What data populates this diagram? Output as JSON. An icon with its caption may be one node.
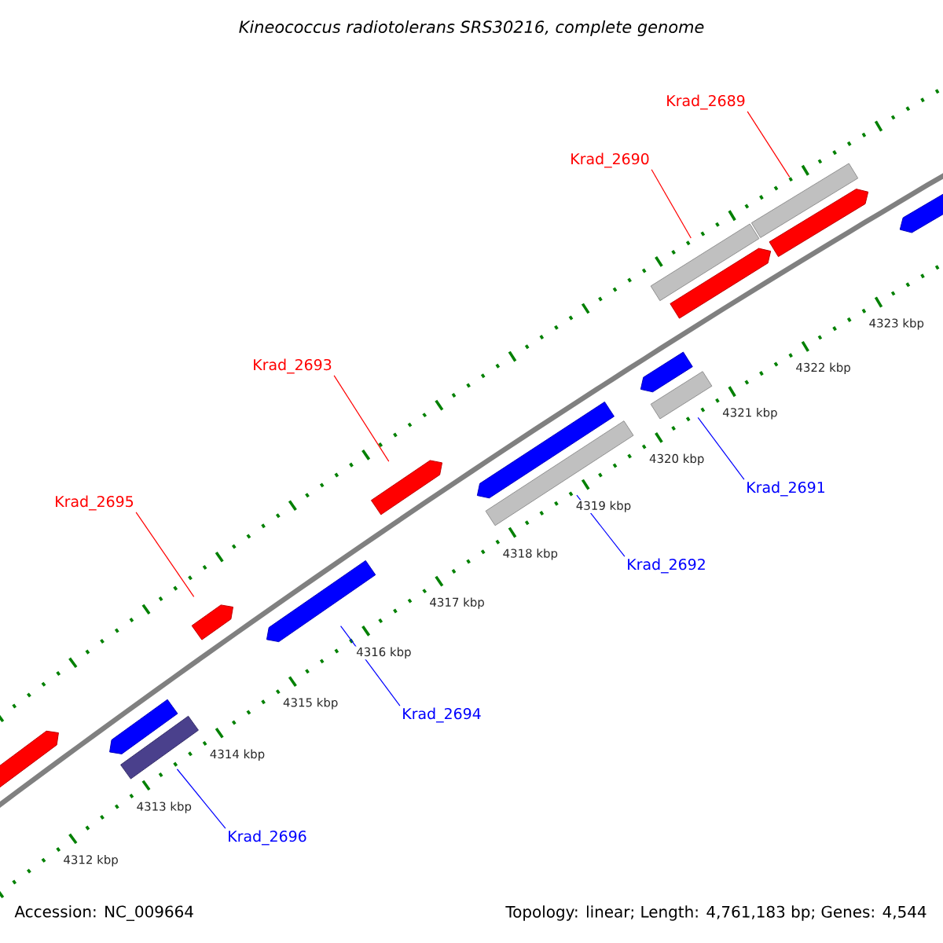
{
  "diagram": {
    "title": "Kineococcus radiotolerans SRS30216, complete genome",
    "nodes": [
      {
        "text": [
          "Krad_2689"
        ]
      },
      {
        "text": [
          "Krad_2690"
        ]
      },
      {
        "text": [
          "Krad_2693"
        ]
      },
      {
        "text": [
          "Krad_2695"
        ]
      },
      {
        "text": [
          "Krad_2691"
        ]
      },
      {
        "text": [
          "Krad_2692"
        ]
      },
      {
        "text": [
          "Krad_2694"
        ]
      },
      {
        "text": [
          "Krad_2696"
        ]
      },
      {
        "text": [],
        "shape": "bar"
      },
      {
        "text": [],
        "shape": "bar"
      },
      {
        "text": [],
        "shape": "bar"
      },
      {
        "text": [],
        "shape": "bar"
      },
      {
        "text": [],
        "shape": "bar"
      },
      {
        "text": [],
        "shape": "bar"
      },
      {
        "text": [],
        "shape": "bar"
      },
      {
        "text": [],
        "shape": "bar"
      },
      {
        "text": [],
        "shape": "bar"
      },
      {
        "text": [],
        "shape": "bar"
      },
      {
        "text": [],
        "shape": "bar"
      },
      {
        "text": [],
        "shape": "bar"
      },
      {
        "text": [],
        "shape": "bar"
      },
      {
        "text": [],
        "shape": "bar"
      },
      {
        "text": [],
        "shape": "bar"
      }
    ],
    "edges": [
      {
        "from": 0,
        "to": 14,
        "arrow": "none",
        "color": "#ff0000"
      },
      {
        "from": 1,
        "to": 13,
        "arrow": "none",
        "color": "#ff0000"
      },
      {
        "from": 2,
        "to": 10,
        "arrow": "none",
        "color": "#ff0000"
      },
      {
        "from": 3,
        "to": 9,
        "arrow": "none",
        "color": "#ff0000"
      },
      {
        "from": 4,
        "to": 22,
        "arrow": "none",
        "color": "#0000ff"
      },
      {
        "from": 5,
        "to": 21,
        "arrow": "none",
        "color": "#0000ff"
      },
      {
        "from": 6,
        "to": 16,
        "arrow": "none",
        "color": "#0000ff"
      },
      {
        "from": 7,
        "to": 20,
        "arrow": "none",
        "color": "#0000ff"
      }
    ],
    "labels": [
      "4312 kbp",
      "4313 kbp",
      "4314 kbp",
      "4315 kbp",
      "4316 kbp",
      "4317 kbp",
      "4318 kbp",
      "4319 kbp",
      "4320 kbp",
      "4321 kbp",
      "4322 kbp",
      "4323 kbp",
      "Accession: NC_009664",
      "Topology: linear; Length: 4,761,183 bp; Genes: 4,544"
    ]
  }
}
